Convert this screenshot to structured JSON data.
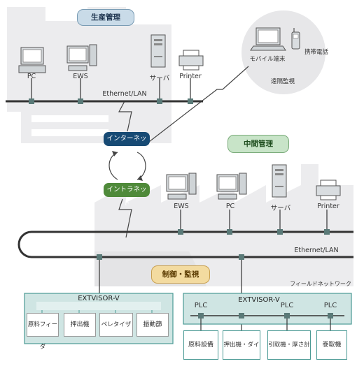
{
  "zones": {
    "production": "生産管理",
    "middle": "中間管理",
    "control": "制御・監視"
  },
  "hubs": {
    "internet": "インターネット",
    "intranet": "イントラネット"
  },
  "top_network": {
    "devices": [
      "PC",
      "EWS",
      "サーバ",
      "Printer"
    ],
    "bus_label": "Ethernet/LAN"
  },
  "remote": {
    "mobile_terminal": "モバイル端末",
    "mobile_phone": "携帯電話",
    "caption": "遠隔監視"
  },
  "middle_network": {
    "devices": [
      "EWS",
      "PC",
      "サーバ",
      "Printer"
    ],
    "bus_label": "Ethernet/LAN"
  },
  "field_network_label": "フィールドネットワーク",
  "left_controller": {
    "title": "EXTVISOR-V",
    "units": [
      "原料フィーダ",
      "押出機",
      "ペレタイザ",
      "振動篩"
    ]
  },
  "right_controller": {
    "title": "EXTVISOR-V",
    "plc_labels": [
      "PLC",
      "PLC",
      "PLC"
    ],
    "units": [
      "原料設備",
      "押出機・ダイ",
      "引取機・厚さ計",
      "巻取機"
    ]
  }
}
